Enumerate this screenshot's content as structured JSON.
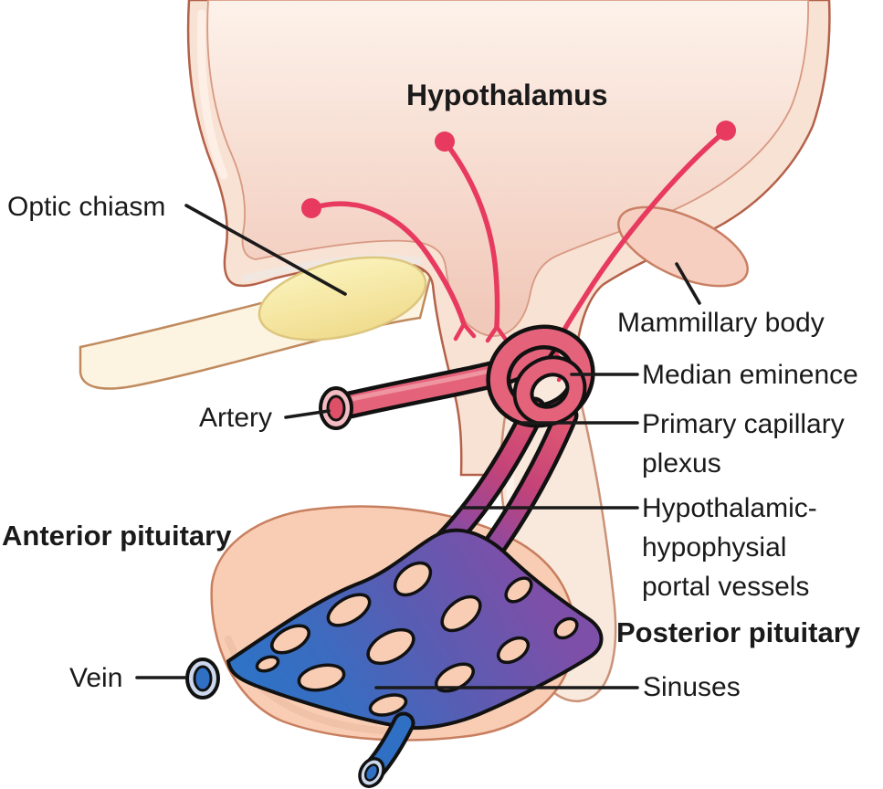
{
  "diagram": {
    "title": "Hypothalamus",
    "labels": {
      "optic_chiasm": "Optic chiasm",
      "mammillary_body": "Mammillary body",
      "median_eminence": "Median eminence",
      "artery": "Artery",
      "primary_capillary_plexus": "Primary capillary plexus",
      "hypothalamic_hypophysial_portal_vessels": "Hypothalamic-hypophysial portal vessels",
      "anterior_pituitary": "Anterior pituitary",
      "posterior_pituitary": "Posterior pituitary",
      "vein": "Vein",
      "sinuses": "Sinuses"
    },
    "colors": {
      "background": "#ffffff",
      "brain_outer": "#f8e2d4",
      "brain_outline": "#b4614a",
      "hypothalamus_inner_top": "#fdf2ea",
      "hypothalamus_inner_bottom": "#f1c9ba",
      "optic_chiasm_fill": "#f8ecaa",
      "neuron_red": "#e8395f",
      "artery_red": "#e4637a",
      "portal_purple": "#8a4da4",
      "vein_blue": "#2f6fc4",
      "anterior_pituitary_fill": "#f8cdb4",
      "posterior_pituitary_fill": "#f9e9dd",
      "label_color": "#1a1a1a"
    }
  }
}
